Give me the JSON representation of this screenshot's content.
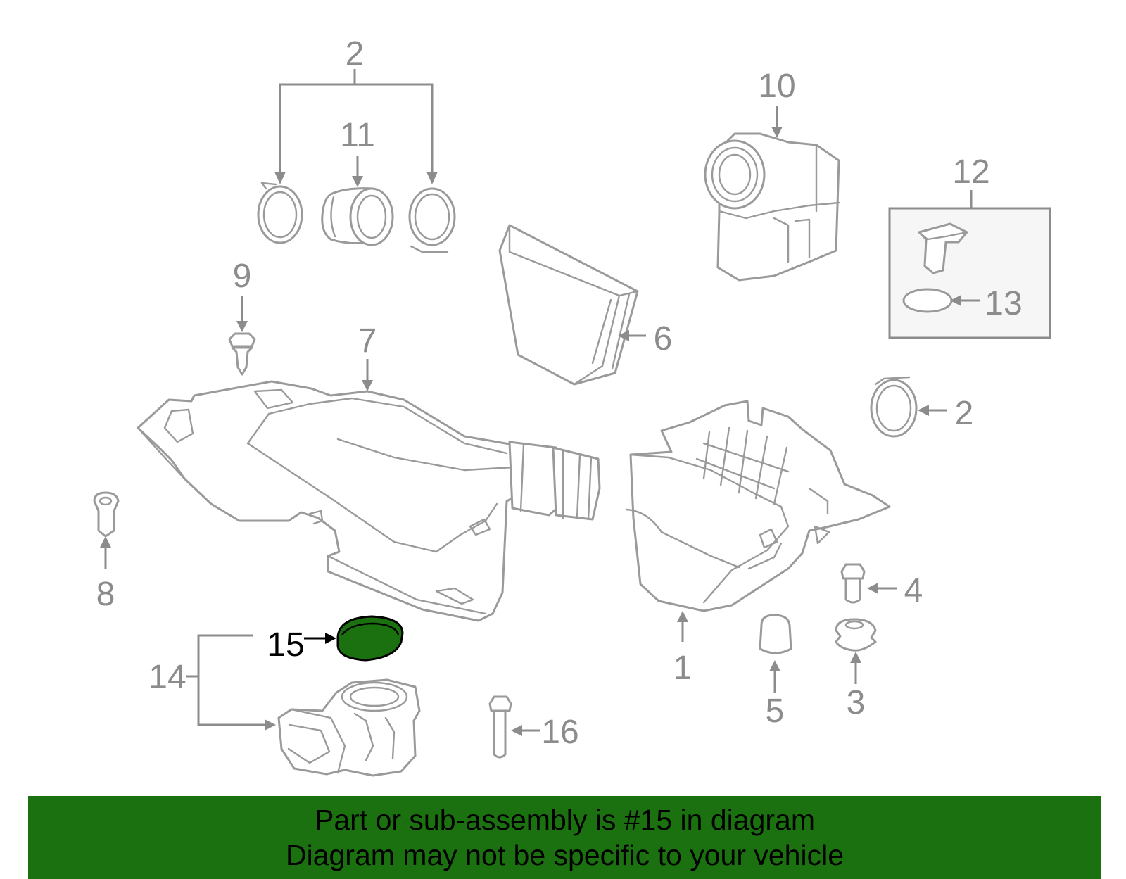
{
  "diagram": {
    "highlight_color": "#1b7010",
    "label_color": "#8c8c8c",
    "callouts": [
      {
        "id": "c2-top",
        "text": "2"
      },
      {
        "id": "c11",
        "text": "11"
      },
      {
        "id": "c10",
        "text": "10"
      },
      {
        "id": "c12",
        "text": "12"
      },
      {
        "id": "c13",
        "text": "13"
      },
      {
        "id": "c9",
        "text": "9"
      },
      {
        "id": "c7",
        "text": "7"
      },
      {
        "id": "c6",
        "text": "6"
      },
      {
        "id": "c2-right",
        "text": "2"
      },
      {
        "id": "c8",
        "text": "8"
      },
      {
        "id": "c4",
        "text": "4"
      },
      {
        "id": "c15",
        "text": "15"
      },
      {
        "id": "c14",
        "text": "14"
      },
      {
        "id": "c1",
        "text": "1"
      },
      {
        "id": "c5",
        "text": "5"
      },
      {
        "id": "c3",
        "text": "3"
      },
      {
        "id": "c16",
        "text": "16"
      }
    ],
    "highlighted_part": "15"
  },
  "caption": {
    "line1": "Part or sub-assembly is #15 in diagram",
    "line2": "Diagram may not be specific to your vehicle",
    "background": "#1b7010"
  }
}
